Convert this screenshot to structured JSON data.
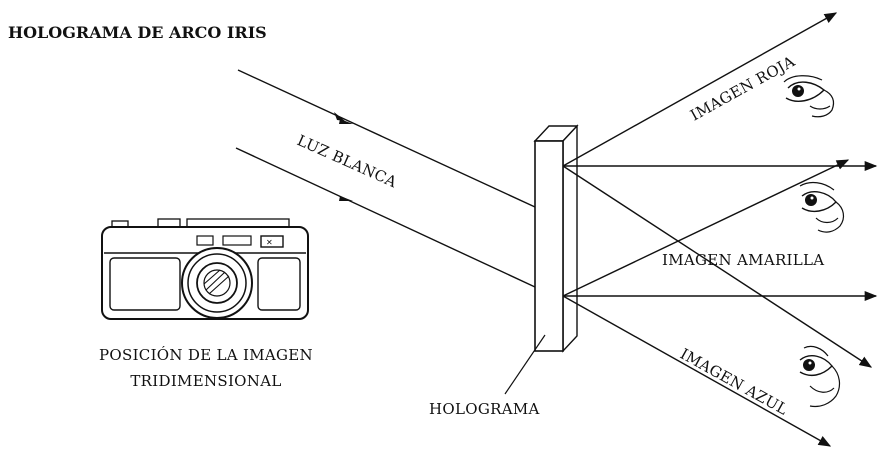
{
  "title": "HOLOGRAMA DE ARCO IRIS",
  "labels": {
    "white_light": "LUZ BLANCA",
    "red_image": "IMAGEN ROJA",
    "yellow_image": "IMAGEN AMARILLA",
    "blue_image": "IMAGEN AZUL",
    "hologram": "HOLOGRAMA",
    "image_position_line1": "POSICIÓN DE LA IMAGEN",
    "image_position_line2": "TRIDIMENSIONAL"
  },
  "icons": [
    "camera-icon",
    "eye-icon",
    "eye-icon",
    "eye-icon"
  ]
}
